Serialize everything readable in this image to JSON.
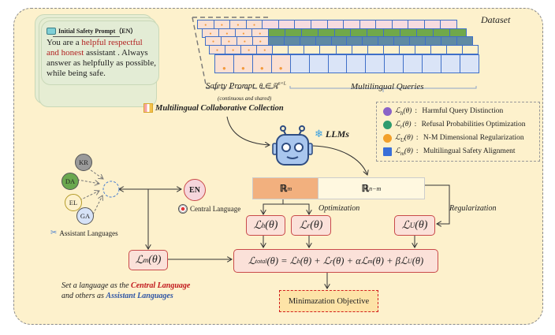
{
  "dataset_label": "Dataset",
  "initial_prompt": {
    "title": "Initial Safety Prompt（EN）",
    "text_before": "You are a ",
    "text_highlight1": "helpful respectful and",
    "text_highlight2": "honest",
    "text_after": " assistant . Always answer as helpfully as possible, while being safe.",
    "highlight_color": "#b22222"
  },
  "safety_prompt": {
    "label": "Safety Prompt",
    "math": "θ ∈ ℝ",
    "math_sup": "n×L",
    "note": "(continuous and shared)"
  },
  "multilingual_queries_label": "Multilingual Queries",
  "query_row_colors": [
    "#f7dbe0",
    "#70a84a",
    "#5f8aa3",
    "#fdf1cc",
    "#dae4f7"
  ],
  "collection_label": "Multilingual Collaborative Collection",
  "llm_label": "LLMs",
  "legend": [
    {
      "icon": "harmful-query-icon",
      "symbol": "ℒ",
      "sub": "h",
      "arg": "(θ)",
      "desc": "Harmful Query Distinction"
    },
    {
      "icon": "refusal-person-icon",
      "symbol": "ℒ",
      "sub": "r",
      "arg": "(θ)",
      "desc": "Refusal Probabilities Optimization"
    },
    {
      "icon": "balance-scale-icon",
      "symbol": "ℒ",
      "sub": "U",
      "arg": "(θ)",
      "desc": "N-M Dimensional Regularization"
    },
    {
      "icon": "language-book-icon",
      "symbol": "ℒ",
      "sub": "m",
      "arg": "(θ)",
      "desc": "Multilingual Safety Alignment"
    }
  ],
  "space": {
    "left": "ℝ",
    "left_sup": "m",
    "right": "ℝ",
    "right_sup": "n−m",
    "left_color": "#f2b07e"
  },
  "optimization_label": "Optimization",
  "regularization_label": "Regularization",
  "losses": {
    "h": {
      "symbol": "ℒ",
      "sub": "h",
      "arg": "(θ)"
    },
    "r": {
      "symbol": "ℒ",
      "sub": "r",
      "arg": "(θ)"
    },
    "u": {
      "symbol": "ℒ",
      "sub": "U",
      "arg": "(θ)"
    },
    "m": {
      "symbol": "ℒ",
      "sub": "m",
      "arg": "(θ)"
    }
  },
  "total_loss": {
    "lhs": "ℒ",
    "lhs_sub": "total",
    "lhs_arg": "(θ) = ",
    "t1": "ℒ",
    "t1_sub": "h",
    "t1_arg": "(θ) + ",
    "t2": "ℒ",
    "t2_sub": "r",
    "t2_arg": "(θ) + α",
    "t3": "ℒ",
    "t3_sub": "m",
    "t3_arg": "(θ) + β",
    "t4": "ℒ",
    "t4_sub": "U",
    "t4_arg": "(θ)"
  },
  "objective_label": "Minimazation Objective",
  "languages": {
    "assistant": [
      {
        "code": "KR",
        "color": "#9a9a9a"
      },
      {
        "code": "DA",
        "color": "#6aa84f"
      },
      {
        "code": "EL",
        "color": "#fdf1cc"
      },
      {
        "code": "GA",
        "color": "#d6e2f7"
      }
    ],
    "central": {
      "code": "EN",
      "color": "#f6d6dc"
    },
    "assistant_label": "Assistant Languages",
    "central_label": "Central Language"
  },
  "caption": {
    "line1_prefix": "Set a language as the ",
    "line1_emph": "Central Language",
    "line2_prefix": "and others as ",
    "line2_emph": "Assistant Languages",
    "central_color": "#c0161b",
    "assistant_color": "#2f55a4"
  }
}
